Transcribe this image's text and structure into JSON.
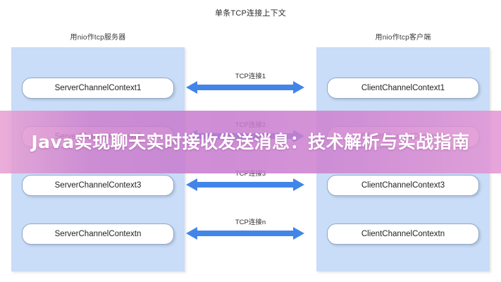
{
  "diagram": {
    "title": "单条TCP连接上下文",
    "left_caption": "用nio作tcp服务器",
    "right_caption": "用nio作tcp客户端",
    "rows": [
      {
        "left": "ServerChannelContext1",
        "arrow": "TCP连接1",
        "right": "ClientChannelContext1"
      },
      {
        "left": "ServerChannelContext2",
        "arrow": "TCP连接2",
        "right": "ClientChannelContext2"
      },
      {
        "left": "ServerChannelContext3",
        "arrow": "TCP连接3",
        "right": "ClientChannelContext3"
      },
      {
        "left": "ServerChannelContextn",
        "arrow": "TCP连接n",
        "right": "ClientChannelContextn"
      }
    ]
  },
  "overlay": {
    "title": "Java实现聊天实时接收发送消息：技术解析与实战指南"
  },
  "watermark": {
    "text": "· · · ·"
  },
  "colors": {
    "panel_fill": "#c9dcf8",
    "box_fill": "#ffffff",
    "box_border": "#8fa8c8",
    "arrow_blue": "#4285e8",
    "overlay_pink": "#c67ace",
    "overlay_text": "#ffffff",
    "page_background": "#ffffff"
  }
}
